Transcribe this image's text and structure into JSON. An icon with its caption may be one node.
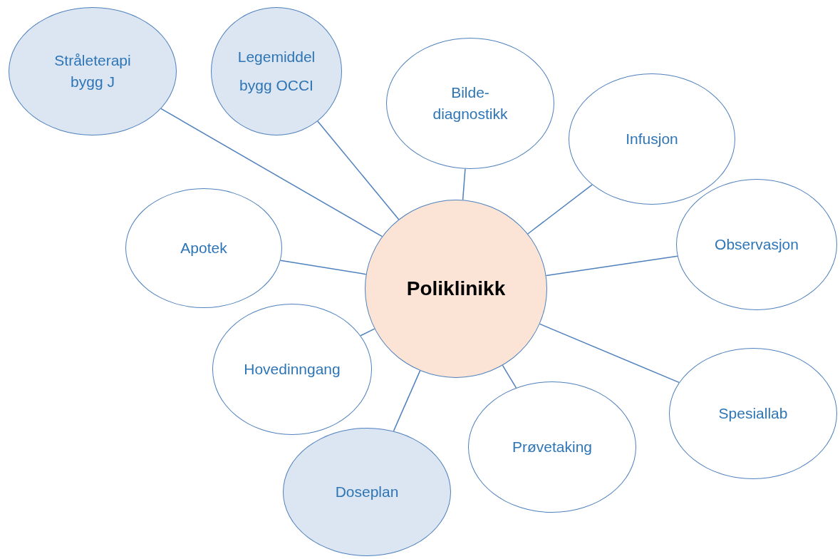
{
  "diagram": {
    "nodes": [
      {
        "text": [
          "Stråleterapi bygg J"
        ]
      },
      {
        "text": [
          "Legemiddel bygg OCCI"
        ]
      },
      {
        "text": [
          "Bilde-diagnostikk"
        ]
      },
      {
        "text": [
          "Infusjon"
        ]
      },
      {
        "text": [
          "Apotek"
        ]
      },
      {
        "text": [
          "Observasjon"
        ]
      },
      {
        "text": [
          "Poliklinikk"
        ]
      },
      {
        "text": [
          "Hovedinngang"
        ]
      },
      {
        "text": [
          "Spesiallab"
        ]
      },
      {
        "text": [
          "Prøvetaking"
        ]
      },
      {
        "text": [
          "Doseplan"
        ]
      }
    ],
    "edges": [
      {
        "from": 6,
        "to": 0,
        "arrow": "none"
      },
      {
        "from": 6,
        "to": 1,
        "arrow": "none"
      },
      {
        "from": 6,
        "to": 2,
        "arrow": "none"
      },
      {
        "from": 6,
        "to": 3,
        "arrow": "none"
      },
      {
        "from": 6,
        "to": 4,
        "arrow": "none"
      },
      {
        "from": 6,
        "to": 5,
        "arrow": "none"
      },
      {
        "from": 6,
        "to": 7,
        "arrow": "none"
      },
      {
        "from": 6,
        "to": 8,
        "arrow": "none"
      },
      {
        "from": 6,
        "to": 9,
        "arrow": "none"
      },
      {
        "from": 6,
        "to": 10,
        "arrow": "none"
      }
    ]
  }
}
